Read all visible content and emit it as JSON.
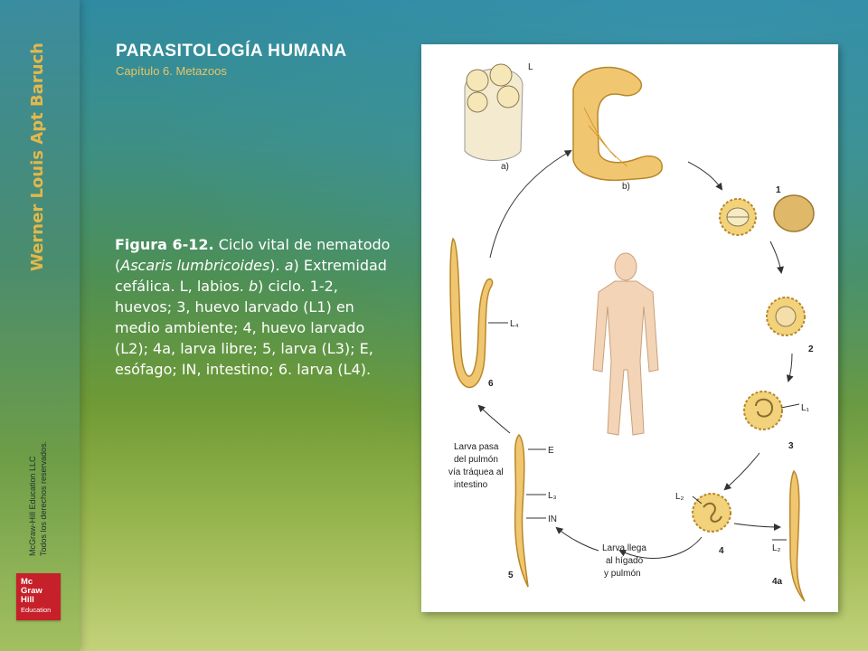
{
  "header": {
    "title": "PARASITOLOGÍA HUMANA",
    "subtitle": "Capítulo 6. Metazoos"
  },
  "sidebar": {
    "author": "Werner Louis Apt Baruch",
    "copyright_line1": "McGraw-Hill Education LLC",
    "copyright_line2": "Todos los derechos reservados.",
    "logo_lines": [
      "Mc",
      "Graw",
      "Hill",
      "Education"
    ]
  },
  "caption": {
    "figure_label": "Figura 6-12.",
    "text_1": " Ciclo vital de nematodo (",
    "species": "Ascaris  lumbricoides",
    "text_2": "). ",
    "part_a": "a",
    "text_3": ") Extremidad cefálica. L, labios. ",
    "part_b": "b",
    "text_4": ") ciclo. 1-2, huevos; 3, huevo larvado (L1) en medio ambiente; 4, huevo larvado (L2); 4a, larva libre; 5, larva (L3); E, esófago; IN, intestino; 6. larva (L4)."
  },
  "figure": {
    "label_a": "a)",
    "label_b": "b)",
    "label_L": "L",
    "label_1": "1",
    "label_2": "2",
    "label_3": "3",
    "label_4": "4",
    "label_4a": "4a",
    "label_5": "5",
    "label_6": "6",
    "label_L1": "L₁",
    "label_L2_egg": "L₂",
    "label_L2_larva": "L₂",
    "label_L3": "L₃",
    "label_L4": "L₄",
    "label_E": "E",
    "label_IN": "IN",
    "note_lung": [
      "Larva pasa",
      "del pulmón",
      "vía tráquea al",
      "intestino"
    ],
    "note_liver": [
      "Larva llega",
      "al hígado",
      "y pulmón"
    ]
  },
  "colors": {
    "accent": "#e3b84a",
    "logo_red": "#c6202a",
    "egg_fill": "#f2d27a",
    "larva_fill": "#f0c770"
  }
}
